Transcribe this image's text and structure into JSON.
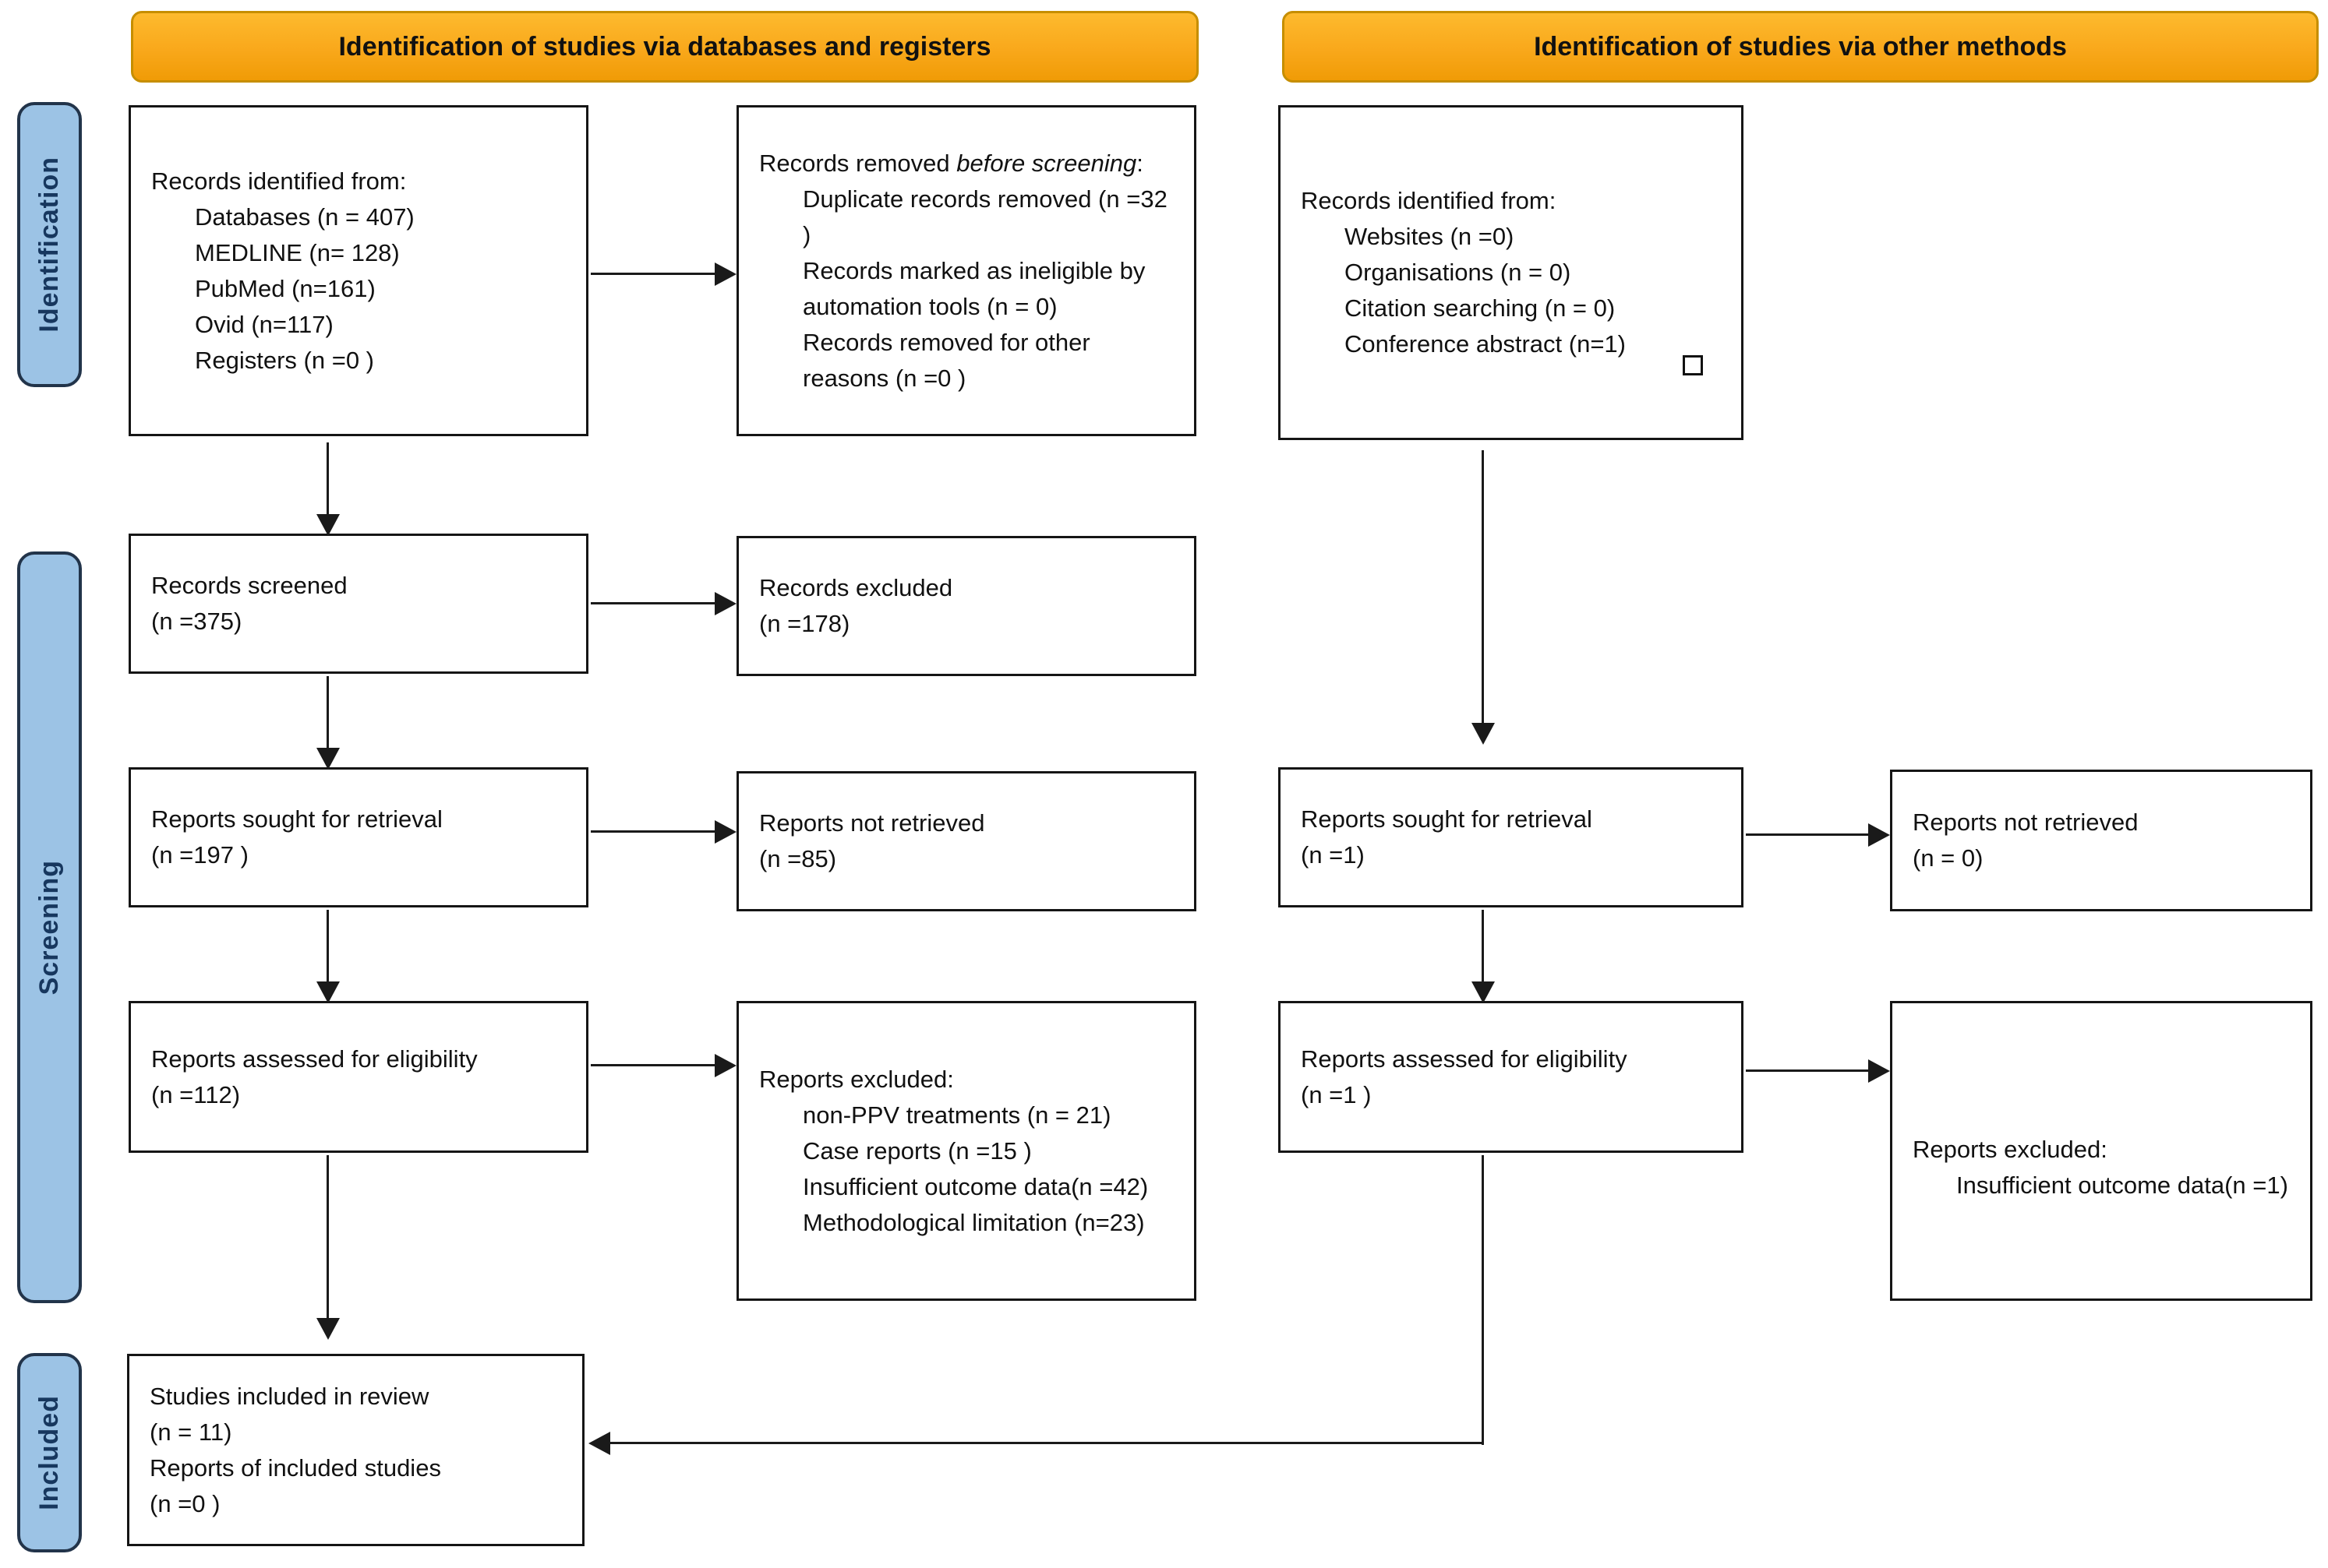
{
  "banners": {
    "databases": "Identification of studies via databases and registers",
    "other": "Identification of studies via other methods"
  },
  "stages": {
    "identification": "Identification",
    "screening": "Screening",
    "included": "Included"
  },
  "boxes": {
    "db_identified": {
      "title": "Records identified from:",
      "items": [
        "Databases (n = 407)",
        "MEDLINE (n= 128)",
        "PubMed (n=161)",
        "Ovid (n=117)",
        "Registers (n =0 )"
      ]
    },
    "records_removed": {
      "prefix": "Records removed ",
      "italic": "before screening",
      "suffix": ":",
      "items": [
        "Duplicate records removed  (n =32 )",
        "Records marked as ineligible by automation tools (n = 0)",
        "Records removed for other reasons (n =0 )"
      ]
    },
    "other_identified": {
      "title": "Records identified from:",
      "items": [
        "Websites (n =0)",
        "Organisations (n = 0)",
        "Citation searching (n = 0)",
        "Conference abstract (n=1)"
      ],
      "glyph_artifact": "□"
    },
    "records_screened": {
      "line1": "Records screened",
      "line2": "(n =375)"
    },
    "records_excluded": {
      "line1": "Records excluded",
      "line2": "(n =178)"
    },
    "reports_sought_db": {
      "line1": "Reports sought for retrieval",
      "line2": "(n =197 )"
    },
    "reports_not_retrieved_db": {
      "line1": "Reports not retrieved",
      "line2": "(n =85)"
    },
    "reports_sought_other": {
      "line1": "Reports sought for retrieval",
      "line2": "(n =1)"
    },
    "reports_not_retrieved_other": {
      "line1": "Reports not retrieved",
      "line2": "(n = 0)"
    },
    "reports_assessed_db": {
      "line1": "Reports assessed for eligibility",
      "line2": "(n =112)"
    },
    "reports_excluded_db": {
      "title": "Reports excluded:",
      "items": [
        "non-PPV treatments (n = 21)",
        "Case reports (n =15 )",
        "Insufficient outcome data(n =42)",
        "Methodological limitation (n=23)"
      ]
    },
    "reports_assessed_other": {
      "line1": "Reports assessed for eligibility",
      "line2": "(n =1 )"
    },
    "reports_excluded_other": {
      "title": "Reports excluded:",
      "items": [
        "Insufficient outcome data(n =1)"
      ]
    },
    "included_studies": {
      "line1": "Studies included in review",
      "line2": "(n = 11)",
      "line3": "Reports of included studies",
      "line4": "(n =0 )"
    }
  },
  "colors": {
    "banner_fill": "#F9A81B",
    "banner_border": "#C68E00",
    "stage_fill": "#9CC3E5",
    "stage_border": "#22344A",
    "stage_text": "#17375E",
    "box_border": "#151515",
    "arrow": "#1A1A1A",
    "text": "#111111"
  }
}
